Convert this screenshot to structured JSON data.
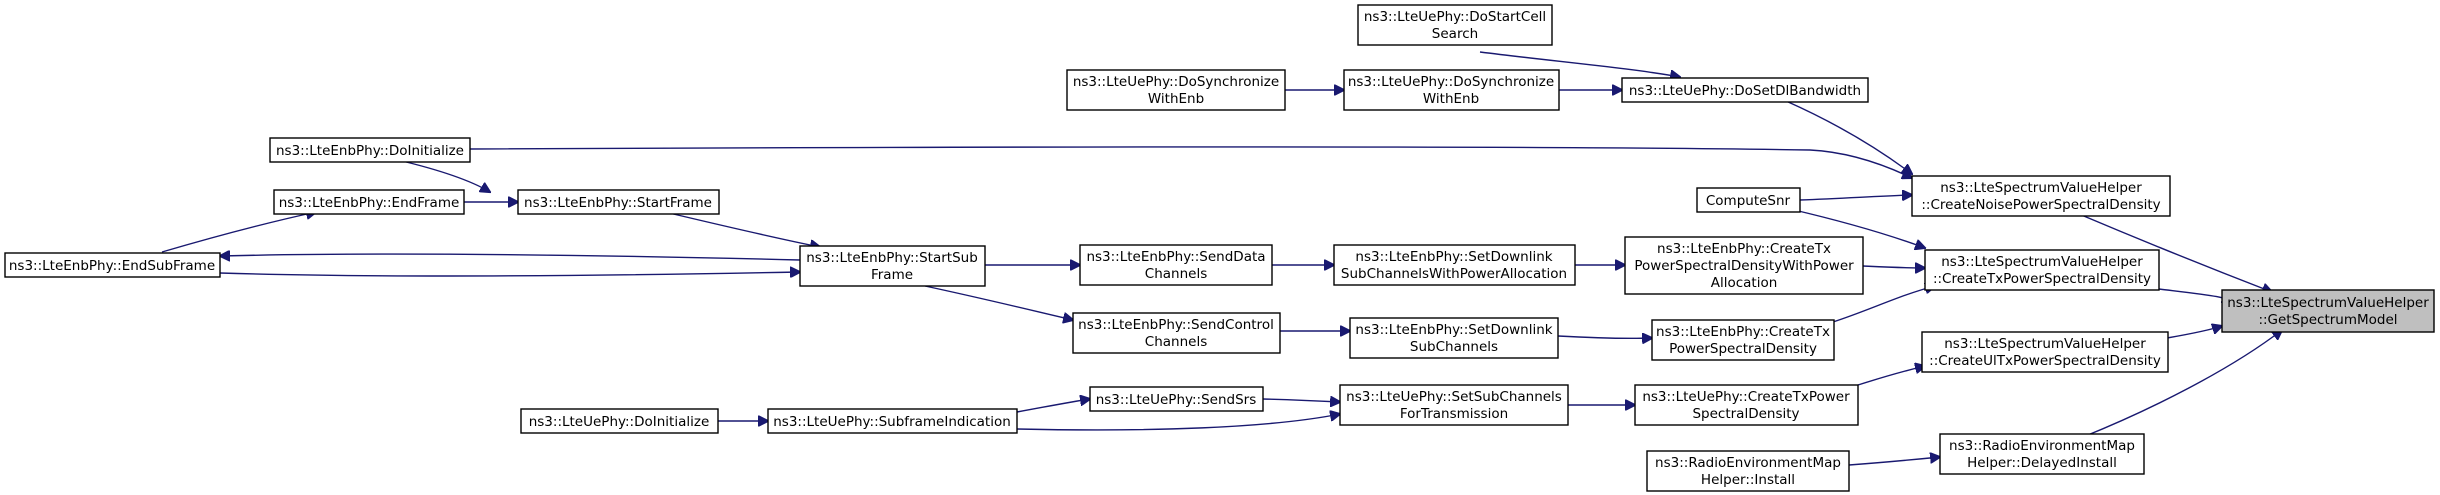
{
  "diagram": {
    "type": "call-graph",
    "colors": {
      "edge": "#191970",
      "highlight": "#bfbfbf",
      "border": "#000000"
    },
    "nodes": [
      {
        "id": "getspectrummodel",
        "lines": [
          "ns3::LteSpectrumValueHelper",
          "::GetSpectrumModel"
        ],
        "highlight": true
      },
      {
        "id": "createnoise",
        "lines": [
          "ns3::LteSpectrumValueHelper",
          "::CreateNoisePowerSpectralDensity"
        ]
      },
      {
        "id": "createtx",
        "lines": [
          "ns3::LteSpectrumValueHelper",
          "::CreateTxPowerSpectralDensity"
        ]
      },
      {
        "id": "createultx",
        "lines": [
          "ns3::LteSpectrumValueHelper",
          "::CreateUlTxPowerSpectralDensity"
        ]
      },
      {
        "id": "delayedinstall",
        "lines": [
          "ns3::RadioEnvironmentMap",
          "Helper::DelayedInstall"
        ]
      },
      {
        "id": "setdlbandwidth",
        "lines": [
          "ns3::LteUePhy::DoSetDlBandwidth"
        ]
      },
      {
        "id": "startcellsearch",
        "lines": [
          "ns3::LteUePhy::DoStartCell",
          "Search"
        ]
      },
      {
        "id": "dosync2",
        "lines": [
          "ns3::LteUePhy::DoSynchronize",
          "WithEnb"
        ]
      },
      {
        "id": "dosync1",
        "lines": [
          "ns3::LteUePhy::DoSynchronize",
          "WithEnb"
        ]
      },
      {
        "id": "enbinit",
        "lines": [
          "ns3::LteEnbPhy::DoInitialize"
        ]
      },
      {
        "id": "computesnr",
        "lines": [
          "ComputeSnr"
        ]
      },
      {
        "id": "enbcreatetxwpa",
        "lines": [
          "ns3::LteEnbPhy::CreateTx",
          "PowerSpectralDensityWithPower",
          "Allocation"
        ]
      },
      {
        "id": "enbcreatetx",
        "lines": [
          "ns3::LteEnbPhy::CreateTx",
          "PowerSpectralDensity"
        ]
      },
      {
        "id": "setdlsubwpa",
        "lines": [
          "ns3::LteEnbPhy::SetDownlink",
          "SubChannelsWithPowerAllocation"
        ]
      },
      {
        "id": "senddata",
        "lines": [
          "ns3::LteEnbPhy::SendData",
          "Channels"
        ]
      },
      {
        "id": "setdlsub",
        "lines": [
          "ns3::LteEnbPhy::SetDownlink",
          "SubChannels"
        ]
      },
      {
        "id": "sendcontrol",
        "lines": [
          "ns3::LteEnbPhy::SendControl",
          "Channels"
        ]
      },
      {
        "id": "startsubframe",
        "lines": [
          "ns3::LteEnbPhy::StartSub",
          "Frame"
        ]
      },
      {
        "id": "startframe",
        "lines": [
          "ns3::LteEnbPhy::StartFrame"
        ]
      },
      {
        "id": "endframe",
        "lines": [
          "ns3::LteEnbPhy::EndFrame"
        ]
      },
      {
        "id": "endsubframe",
        "lines": [
          "ns3::LteEnbPhy::EndSubFrame"
        ]
      },
      {
        "id": "uecreatetx",
        "lines": [
          "ns3::LteUePhy::CreateTxPower",
          "SpectralDensity"
        ]
      },
      {
        "id": "setsubchannels",
        "lines": [
          "ns3::LteUePhy::SetSubChannels",
          "ForTransmission"
        ]
      },
      {
        "id": "sendsrs",
        "lines": [
          "ns3::LteUePhy::SendSrs"
        ]
      },
      {
        "id": "subframeind",
        "lines": [
          "ns3::LteUePhy::SubframeIndication"
        ]
      },
      {
        "id": "ueinit",
        "lines": [
          "ns3::LteUePhy::DoInitialize"
        ]
      },
      {
        "id": "reminstall",
        "lines": [
          "ns3::RadioEnvironmentMap",
          "Helper::Install"
        ]
      }
    ]
  }
}
